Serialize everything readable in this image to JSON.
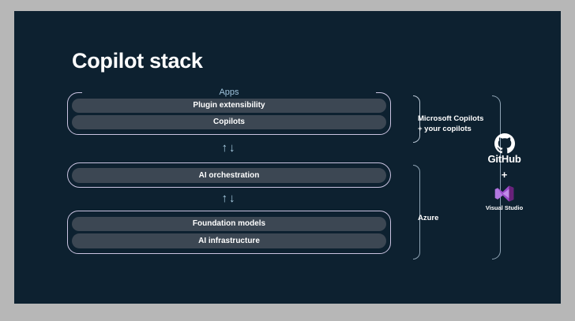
{
  "slide": {
    "title": "Copilot stack",
    "background_color": "#0d2130",
    "frame_color": "#b7b7b7"
  },
  "layers": [
    {
      "id": "apps",
      "legend": "Apps",
      "legend_color": "#9fc3dc",
      "border_color": "#c9c3e0",
      "pills": [
        {
          "label": "Plugin extensibility"
        },
        {
          "label": "Copilots"
        }
      ]
    },
    {
      "id": "orchestration",
      "legend": null,
      "border_color": "#c9c3e0",
      "pills": [
        {
          "label": "AI orchestration"
        }
      ]
    },
    {
      "id": "foundation",
      "legend": null,
      "border_color": "#c9c3e0",
      "pills": [
        {
          "label": "Foundation models"
        },
        {
          "label": "AI infrastructure"
        }
      ]
    }
  ],
  "connectors": [
    {
      "id": "apps-to-orchestration",
      "glyphs": "↑↓"
    },
    {
      "id": "orchestration-to-foundation",
      "glyphs": "↑↓"
    }
  ],
  "annotations": [
    {
      "id": "microsoft-copilots",
      "line1": "Microsoft Copilots",
      "line2": "+ your copilots"
    },
    {
      "id": "azure",
      "line1": "Azure",
      "line2": ""
    }
  ],
  "logos": {
    "github": {
      "name": "GitHub",
      "icon": "github-icon",
      "color": "#ffffff"
    },
    "separator": "+",
    "visual_studio": {
      "name": "Visual Studio",
      "icon": "visual-studio-icon",
      "color": "#b178e0"
    }
  }
}
